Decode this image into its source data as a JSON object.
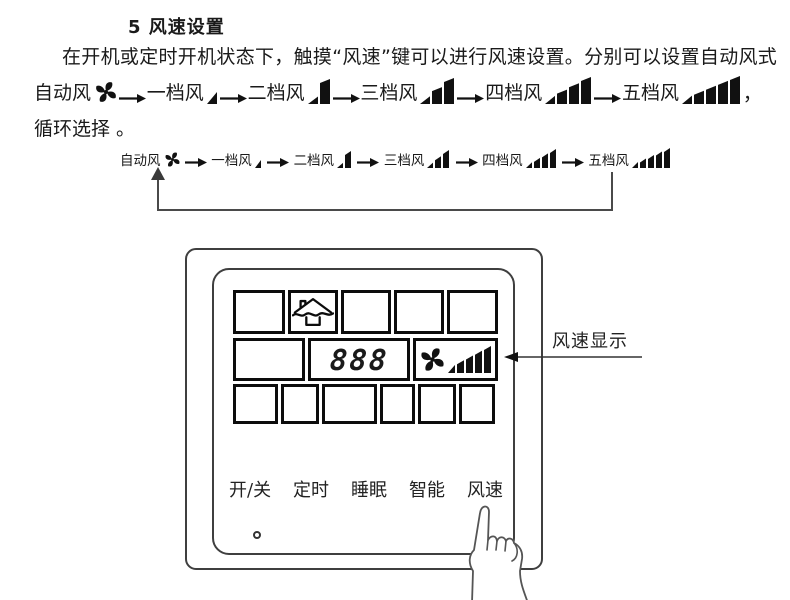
{
  "document": {
    "heading": "5 风速设置",
    "intro_line": "在开机或定时开机状态下，触摸“风速”键可以进行风速设置。分别可以设置自动风式",
    "outro_line": "循环选择 。",
    "flow_trailing_comma": "，"
  },
  "speed_flow": {
    "items": [
      {
        "label": "自动风",
        "icon": "fan-icon",
        "level": 0
      },
      {
        "label": "一档风",
        "icon": "fan-speed-1-icon",
        "level": 1
      },
      {
        "label": "二档风",
        "icon": "fan-speed-2-icon",
        "level": 2
      },
      {
        "label": "三档风",
        "icon": "fan-speed-3-icon",
        "level": 3
      },
      {
        "label": "四档风",
        "icon": "fan-speed-4-icon",
        "level": 4
      },
      {
        "label": "五档风",
        "icon": "fan-speed-5-icon",
        "level": 5
      }
    ],
    "separator_icon": "arrow-right-icon",
    "loop_icon": "loop-arrow"
  },
  "panel": {
    "display": {
      "value": "888",
      "house_icon": "house-air-icon",
      "fan_icon": "fan-icon",
      "speed_icon": "fan-speed-5-icon"
    },
    "buttons": [
      {
        "label": "开/关"
      },
      {
        "label": "定时"
      },
      {
        "label": "睡眠"
      },
      {
        "label": "智能"
      },
      {
        "label": "风速",
        "pressed": true
      }
    ],
    "indicator_icon": "power-led",
    "pointer_icon": "pointing-hand-icon"
  },
  "annotation": {
    "label": "风速显示"
  },
  "colors": {
    "ink": "#111111",
    "line": "#4a4a4a",
    "background": "#ffffff"
  }
}
